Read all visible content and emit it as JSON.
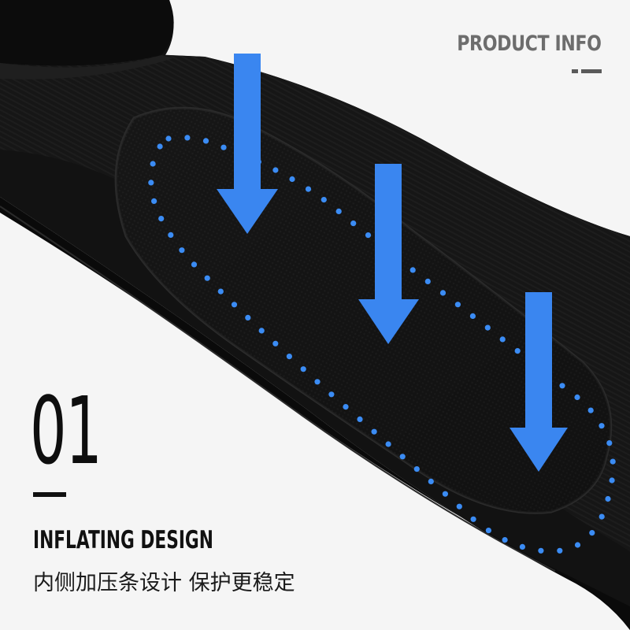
{
  "header": {
    "title": "PRODUCT INFO"
  },
  "feature": {
    "number": "01",
    "title": "INFLATING DESIGN",
    "subtitle": "内侧加压条设计 保护更稳定"
  },
  "colors": {
    "background": "#f5f5f5",
    "strap": "#141414",
    "accent_blue": "#3a86f0",
    "dots_blue": "#3b8cf4"
  },
  "image": {
    "subject": "black elastic knit strap with raised padded pressure strip",
    "icons": [
      "down-arrow-icon",
      "down-arrow-icon",
      "down-arrow-icon"
    ]
  }
}
